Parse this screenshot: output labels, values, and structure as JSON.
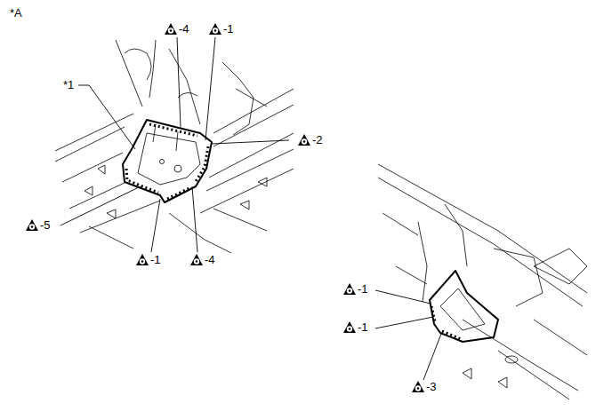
{
  "diagram": {
    "labels": [
      "*A",
      "-4",
      "-1",
      "*1",
      "-2",
      "-5",
      "-1",
      "-4",
      "-1",
      "-1",
      "-3"
    ]
  }
}
